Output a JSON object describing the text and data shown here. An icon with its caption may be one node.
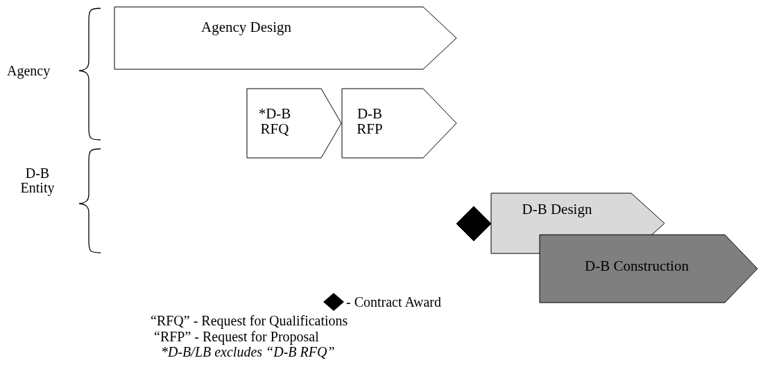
{
  "diagram": {
    "nodes": [
      {
        "text": [
          "Agency Design"
        ]
      },
      {
        "text": [
          "*D-B RFQ"
        ]
      },
      {
        "text": [
          "D-B RFP"
        ]
      },
      {
        "text": [],
        "shape": "diamond"
      },
      {
        "text": [
          "D-B Design"
        ]
      },
      {
        "text": [
          "D-B Construction"
        ]
      }
    ],
    "edges": [],
    "labels": [
      "Agency",
      "D-B Entity",
      "“RFQ” - Request for Qualifications",
      "“RFP” - Request for Proposal",
      "*D-B/LB excludes “D-B RFQ”"
    ],
    "legend": [
      {
        "text": "- Contract Award"
      }
    ]
  }
}
